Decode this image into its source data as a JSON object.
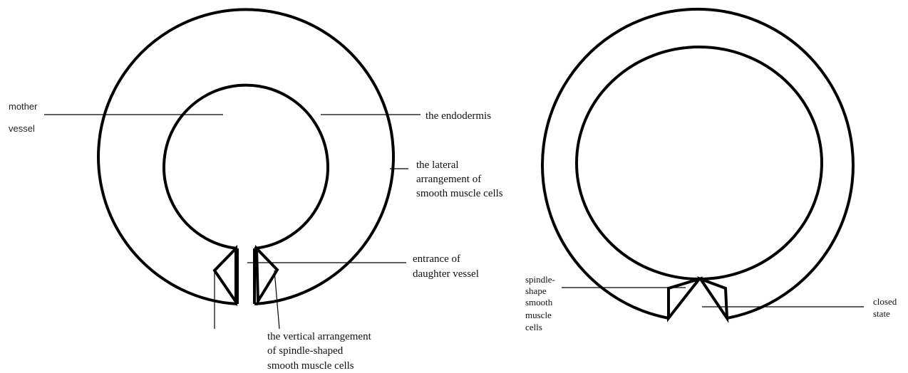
{
  "left_diagram": {
    "mother_vessel_line1": "mother",
    "mother_vessel_line2": "vessel",
    "endodermis": "the endodermis",
    "lateral_line1": "the lateral",
    "lateral_line2": "arrangement of",
    "lateral_line3": "smooth muscle cells",
    "entrance_line1": "entrance of",
    "entrance_line2": "daughter vessel",
    "vertical_line1": "the vertical arrangement",
    "vertical_line2": "of spindle-shaped",
    "vertical_line3": "smooth muscle cells"
  },
  "right_diagram": {
    "spindle_line1": "spindle-",
    "spindle_line2": "shape",
    "spindle_line3": "smooth",
    "spindle_line4": "muscle",
    "spindle_line5": "cells",
    "closed_line1": "closed",
    "closed_line2": "state"
  }
}
